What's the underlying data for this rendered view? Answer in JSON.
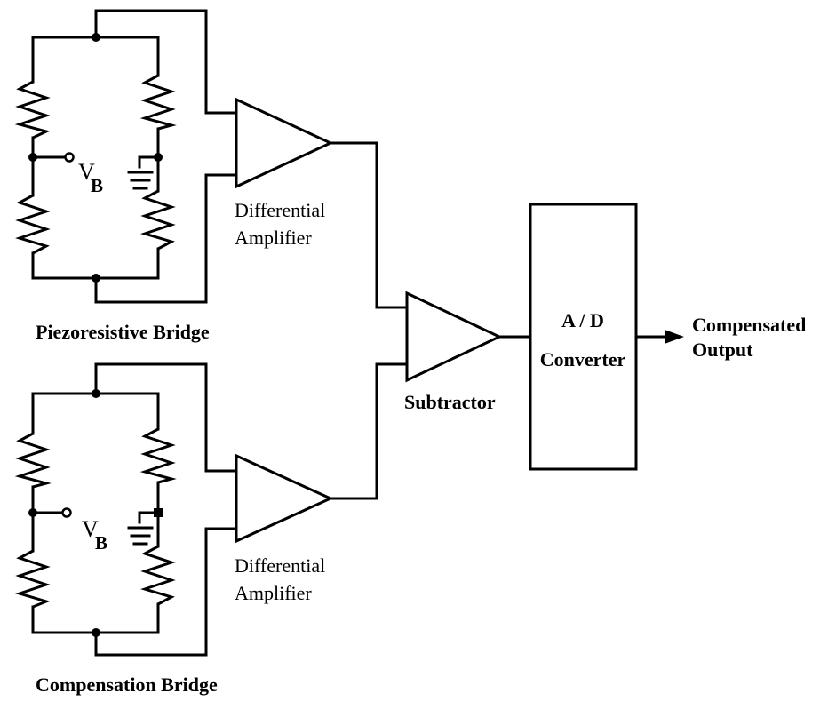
{
  "diagram": {
    "bridge_top": {
      "title": "Piezoresistive Bridge",
      "voltage_symbol": "V",
      "voltage_subscript": "B"
    },
    "bridge_bottom": {
      "title": "Compensation Bridge",
      "voltage_symbol": "V",
      "voltage_subscript": "B"
    },
    "amp_top": {
      "line1": "Differential",
      "line2": "Amplifier"
    },
    "amp_bottom": {
      "line1": "Differential",
      "line2": "Amplifier"
    },
    "subtractor": {
      "label": "Subtractor"
    },
    "adc": {
      "line1": "A / D",
      "line2": "Converter"
    },
    "output": {
      "line1": "Compensated",
      "line2": "Output"
    }
  }
}
